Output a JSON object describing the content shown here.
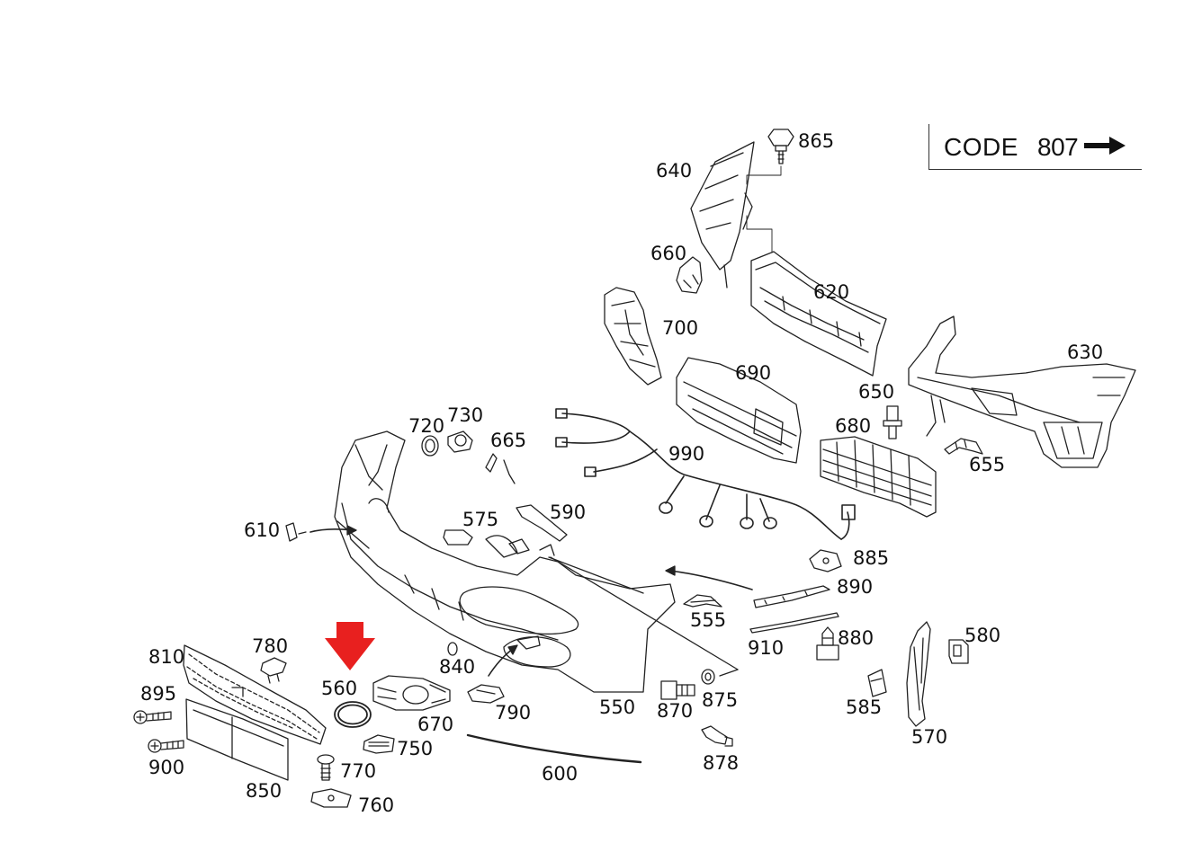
{
  "code_box": {
    "label": "CODE",
    "number": "807",
    "arrow_icon": "right-arrow-icon"
  },
  "highlight": {
    "icon": "red-down-arrow-icon",
    "color": "#e8201f",
    "points_to": "560"
  },
  "labels": {
    "l865": "865",
    "l640": "640",
    "l660": "660",
    "l620": "620",
    "l700": "700",
    "l630": "630",
    "l690": "690",
    "l650": "650",
    "l680": "680",
    "l655": "655",
    "l720": "720",
    "l730": "730",
    "l665": "665",
    "l990": "990",
    "l610": "610",
    "l575": "575",
    "l590": "590",
    "l885": "885",
    "l890": "890",
    "l555": "555",
    "l910": "910",
    "l880": "880",
    "l580": "580",
    "l810": "810",
    "l780": "780",
    "l560": "560",
    "l840": "840",
    "l895": "895",
    "l670": "670",
    "l790": "790",
    "l550": "550",
    "l870": "870",
    "l875": "875",
    "l585": "585",
    "l570": "570",
    "l900": "900",
    "l750": "750",
    "l770": "770",
    "l600": "600",
    "l878": "878",
    "l850": "850",
    "l760": "760"
  }
}
